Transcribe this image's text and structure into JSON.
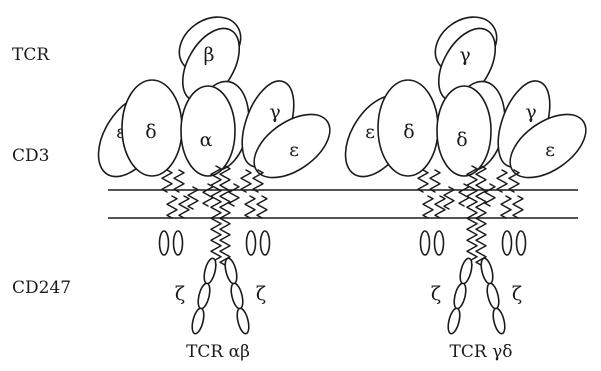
{
  "row_labels": {
    "tcr": "TCR",
    "cd3": "CD3",
    "cd247": "CD247"
  },
  "complex_ab": {
    "caption": "TCR αβ",
    "top_chain": "β",
    "bottom_chain": "α",
    "cd3_left_outer": "ε",
    "cd3_left_inner": "δ",
    "cd3_right_small": "γ",
    "cd3_right_large": "ε",
    "zeta_left": "ζ",
    "zeta_right": "ζ"
  },
  "complex_gd": {
    "caption": "TCR γδ",
    "top_chain": "γ",
    "bottom_chain": "δ",
    "cd3_left_outer": "ε",
    "cd3_left_inner": "δ",
    "cd3_right_small": "γ",
    "cd3_right_large": "ε",
    "zeta_left": "ζ",
    "zeta_right": "ζ"
  }
}
